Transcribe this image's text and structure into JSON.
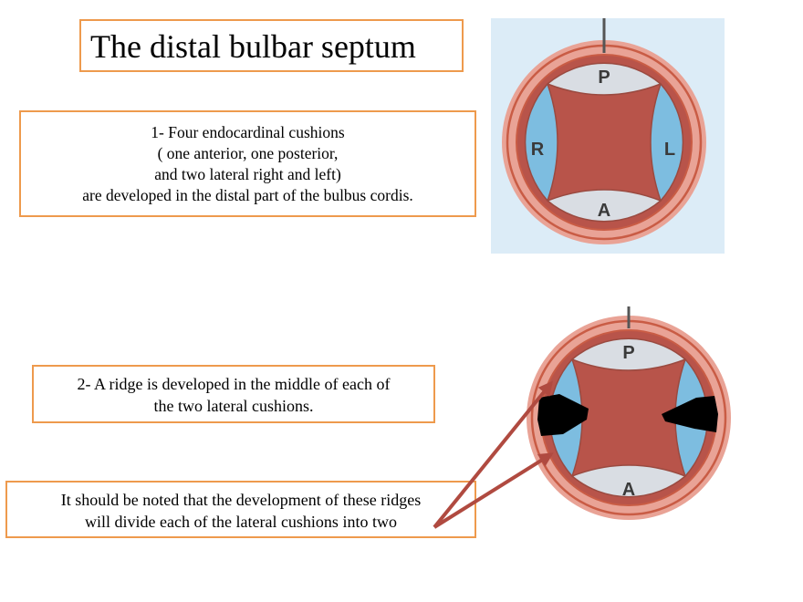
{
  "slide": {
    "title": "The distal bulbar septum",
    "point1": [
      "1- Four endocardinal cushions",
      "( one anterior,  one posterior,",
      "and two lateral right and left)",
      "are developed in the distal part of the bulbus cordis."
    ],
    "point2": [
      "2- A ridge is developed in the middle of each of",
      "the two lateral cushions."
    ],
    "note": [
      "It should be  noted that the development of these ridges",
      "will divide each of the lateral cushions into two"
    ]
  },
  "diagram": {
    "labels": {
      "posterior": "P",
      "anterior": "A",
      "right": "R",
      "left": "L"
    },
    "colors": {
      "outer_ring": "#e9a396",
      "rim": "#c95c45",
      "lateral_cushion": "#7dbde0",
      "ap_cushion": "#d9dde3",
      "lumen": "#b8544a",
      "ridge": "#000000",
      "arrow": "#b04a40",
      "frame_bg": "#dcecf7"
    }
  }
}
